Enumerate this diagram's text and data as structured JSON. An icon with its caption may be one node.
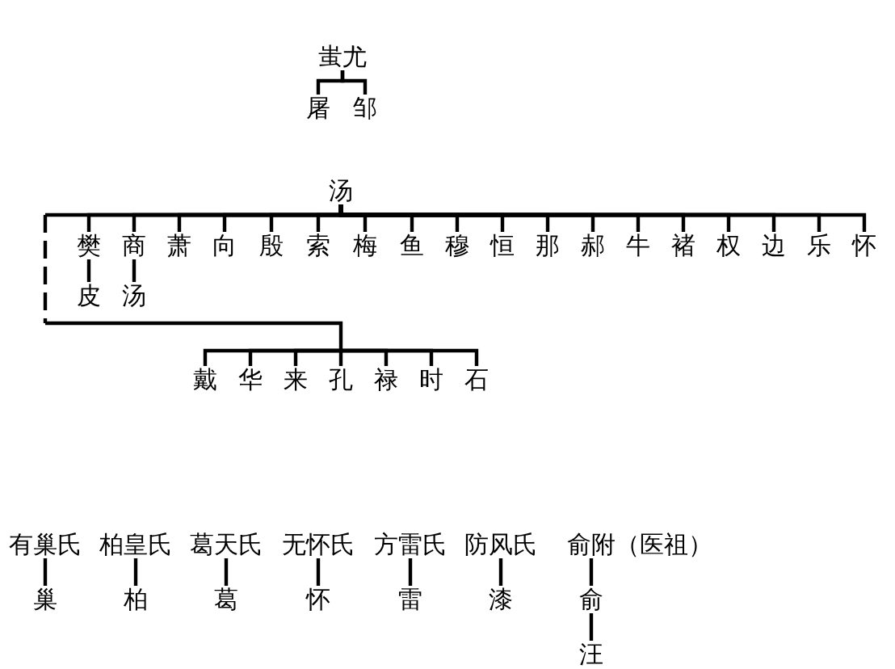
{
  "diagram": {
    "nodes": [
      {
        "text": [
          "蚩尤"
        ]
      },
      {
        "text": [
          "屠"
        ]
      },
      {
        "text": [
          "邹"
        ]
      },
      {
        "text": [
          "汤"
        ]
      },
      {
        "text": [
          "樊"
        ]
      },
      {
        "text": [
          "商"
        ]
      },
      {
        "text": [
          "萧"
        ]
      },
      {
        "text": [
          "向"
        ]
      },
      {
        "text": [
          "殷"
        ]
      },
      {
        "text": [
          "索"
        ]
      },
      {
        "text": [
          "梅"
        ]
      },
      {
        "text": [
          "鱼"
        ]
      },
      {
        "text": [
          "穆"
        ]
      },
      {
        "text": [
          "恒"
        ]
      },
      {
        "text": [
          "那"
        ]
      },
      {
        "text": [
          "郝"
        ]
      },
      {
        "text": [
          "牛"
        ]
      },
      {
        "text": [
          "褚"
        ]
      },
      {
        "text": [
          "权"
        ]
      },
      {
        "text": [
          "边"
        ]
      },
      {
        "text": [
          "乐"
        ]
      },
      {
        "text": [
          "怀"
        ]
      },
      {
        "text": [
          "皮"
        ]
      },
      {
        "text": [
          "汤"
        ]
      },
      {
        "text": [
          "戴"
        ]
      },
      {
        "text": [
          "华"
        ]
      },
      {
        "text": [
          "来"
        ]
      },
      {
        "text": [
          "孔"
        ]
      },
      {
        "text": [
          "禄"
        ]
      },
      {
        "text": [
          "时"
        ]
      },
      {
        "text": [
          "石"
        ]
      },
      {
        "text": [
          "有巢氏"
        ]
      },
      {
        "text": [
          "柏皇氏"
        ]
      },
      {
        "text": [
          "葛天氏"
        ]
      },
      {
        "text": [
          "无怀氏"
        ]
      },
      {
        "text": [
          "方雷氏"
        ]
      },
      {
        "text": [
          "防风氏"
        ]
      },
      {
        "text": [
          "俞附"
        ],
        "beside": [
          "（医祖）"
        ]
      },
      {
        "text": [
          "巢"
        ]
      },
      {
        "text": [
          "柏"
        ]
      },
      {
        "text": [
          "葛"
        ]
      },
      {
        "text": [
          "怀"
        ]
      },
      {
        "text": [
          "雷"
        ]
      },
      {
        "text": [
          "漆"
        ]
      },
      {
        "text": [
          "俞"
        ]
      },
      {
        "text": [
          "汪"
        ]
      }
    ],
    "edges": [
      {
        "from": 0,
        "to": 1,
        "arrow": "none"
      },
      {
        "from": 0,
        "to": 2,
        "arrow": "none"
      },
      {
        "from": 3,
        "to": 4,
        "arrow": "none"
      },
      {
        "from": 3,
        "to": 5,
        "arrow": "none"
      },
      {
        "from": 3,
        "to": 6,
        "arrow": "none"
      },
      {
        "from": 3,
        "to": 7,
        "arrow": "none"
      },
      {
        "from": 3,
        "to": 8,
        "arrow": "none"
      },
      {
        "from": 3,
        "to": 9,
        "arrow": "none"
      },
      {
        "from": 3,
        "to": 10,
        "arrow": "none"
      },
      {
        "from": 3,
        "to": 11,
        "arrow": "none"
      },
      {
        "from": 3,
        "to": 12,
        "arrow": "none"
      },
      {
        "from": 3,
        "to": 13,
        "arrow": "none"
      },
      {
        "from": 3,
        "to": 14,
        "arrow": "none"
      },
      {
        "from": 3,
        "to": 15,
        "arrow": "none"
      },
      {
        "from": 3,
        "to": 16,
        "arrow": "none"
      },
      {
        "from": 3,
        "to": 17,
        "arrow": "none"
      },
      {
        "from": 3,
        "to": 18,
        "arrow": "none"
      },
      {
        "from": 3,
        "to": 19,
        "arrow": "none"
      },
      {
        "from": 3,
        "to": 20,
        "arrow": "none"
      },
      {
        "from": 3,
        "to": 21,
        "arrow": "none"
      },
      {
        "from": 3,
        "to": 24,
        "arrow": "none",
        "style": "dashed"
      },
      {
        "from": 3,
        "to": 25,
        "arrow": "none",
        "style": "dashed"
      },
      {
        "from": 3,
        "to": 26,
        "arrow": "none",
        "style": "dashed"
      },
      {
        "from": 3,
        "to": 27,
        "arrow": "none",
        "style": "dashed"
      },
      {
        "from": 3,
        "to": 28,
        "arrow": "none",
        "style": "dashed"
      },
      {
        "from": 3,
        "to": 29,
        "arrow": "none",
        "style": "dashed"
      },
      {
        "from": 3,
        "to": 30,
        "arrow": "none",
        "style": "dashed"
      },
      {
        "from": 4,
        "to": 22,
        "arrow": "none"
      },
      {
        "from": 5,
        "to": 23,
        "arrow": "none"
      },
      {
        "from": 31,
        "to": 38,
        "arrow": "none"
      },
      {
        "from": 32,
        "to": 39,
        "arrow": "none"
      },
      {
        "from": 33,
        "to": 40,
        "arrow": "none"
      },
      {
        "from": 34,
        "to": 41,
        "arrow": "none"
      },
      {
        "from": 35,
        "to": 42,
        "arrow": "none"
      },
      {
        "from": 36,
        "to": 43,
        "arrow": "none"
      },
      {
        "from": 37,
        "to": 44,
        "arrow": "none"
      },
      {
        "from": 44,
        "to": 45,
        "arrow": "none"
      }
    ]
  }
}
